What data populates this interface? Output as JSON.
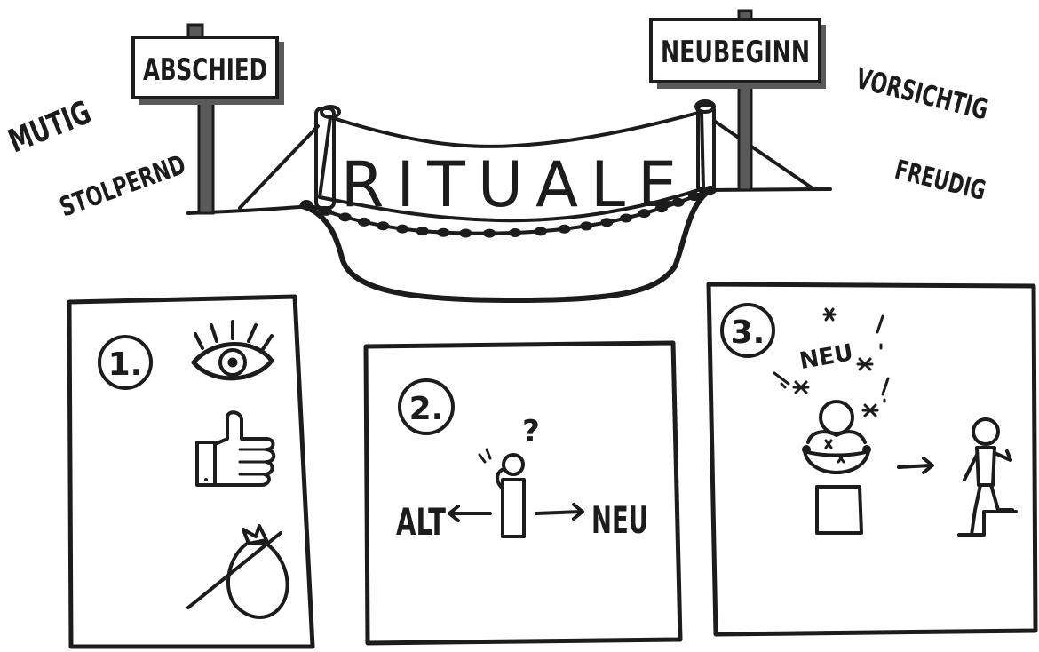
{
  "signs": {
    "left": "ABSCHIED",
    "right": "NEUBEGINN"
  },
  "bridge_label": "RITUALE",
  "words": {
    "left_top": "MUTIG",
    "left_bottom": "STOLPERND",
    "right_top": "VORSICHTIG",
    "right_bottom": "FREUDIG"
  },
  "panels": [
    {
      "number": "1.",
      "icons": [
        "eye-icon",
        "thumbs-up-icon",
        "bundle-icon"
      ]
    },
    {
      "number": "2.",
      "question": "?",
      "left_word": "ALT",
      "right_word": "NEU"
    },
    {
      "number": "3.",
      "top_word": "NEU"
    }
  ]
}
